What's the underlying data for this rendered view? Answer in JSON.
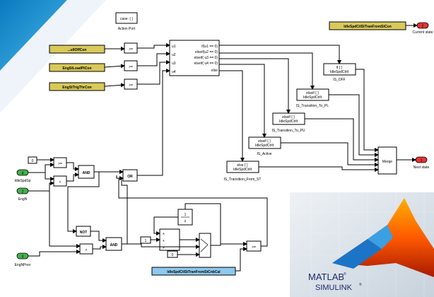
{
  "action_port": {
    "block_text": "case: { }",
    "label": "Action Port"
  },
  "inputs": {
    "gold1": "...ullOffCon",
    "gold2": "EngStLoadPtCon",
    "gold3": "EngStTrigThrCon",
    "idle_spd_sp": {
      "num": "4",
      "label": "IdleSpdSp"
    },
    "eng_n": {
      "num": "2",
      "label": "EngN"
    },
    "eng_n_prev": {
      "num": "3",
      "label": "EngNPrev"
    },
    "calib": "IdleSpdCtlStTranFromStCnbCal"
  },
  "switch_case": {
    "ports": [
      "u1",
      "u2",
      "u3",
      "u4"
    ],
    "cases": [
      "if(u1 == 0)",
      "elseif(u2 == 0)",
      "elseif( u3 == 0)",
      "elseif( u4 == 0)",
      "else"
    ]
  },
  "subsystems": [
    {
      "line1": "if { }",
      "line2": "IdleSpdCtrlt",
      "label": "IS_OFF"
    },
    {
      "line1": "elseif { }",
      "line2": "IdleSpdCtrlt",
      "label": "IS_Transition_To_PL"
    },
    {
      "line1": "elseif { }",
      "line2": "IdleSpdCtrlt",
      "label": "IS_Transition_To_PU"
    },
    {
      "line1": "elseif { }",
      "line2": "IdleSpdCtrlt",
      "label": "IS_Active"
    },
    {
      "line1": "else { }",
      "line2": "IdleSpdCtrlt",
      "label": "IS_Transition_From_ST"
    }
  ],
  "merge": {
    "label": "Merge"
  },
  "outputs": {
    "current_state": {
      "num": "2",
      "label": "Current state"
    },
    "next_state": {
      "num": "1",
      "label": "Next state"
    },
    "tran_from_st": "IdleSpdCtlStTranFromStCon"
  },
  "logic": {
    "and1": "AND",
    "and2": "AND",
    "or": "OR",
    "not": "NOT"
  },
  "rel_ops": {
    "ge": ">=",
    "gt": ">",
    "lt": "<",
    "gte": ">="
  },
  "constants": {
    "zero1": "0",
    "one": "1",
    "zero2": "0"
  },
  "math": {
    "num": "1",
    "den": "z"
  },
  "logo": {
    "line1": "MATLAB",
    "line2": "SIMULINK",
    "reg": "®"
  }
}
